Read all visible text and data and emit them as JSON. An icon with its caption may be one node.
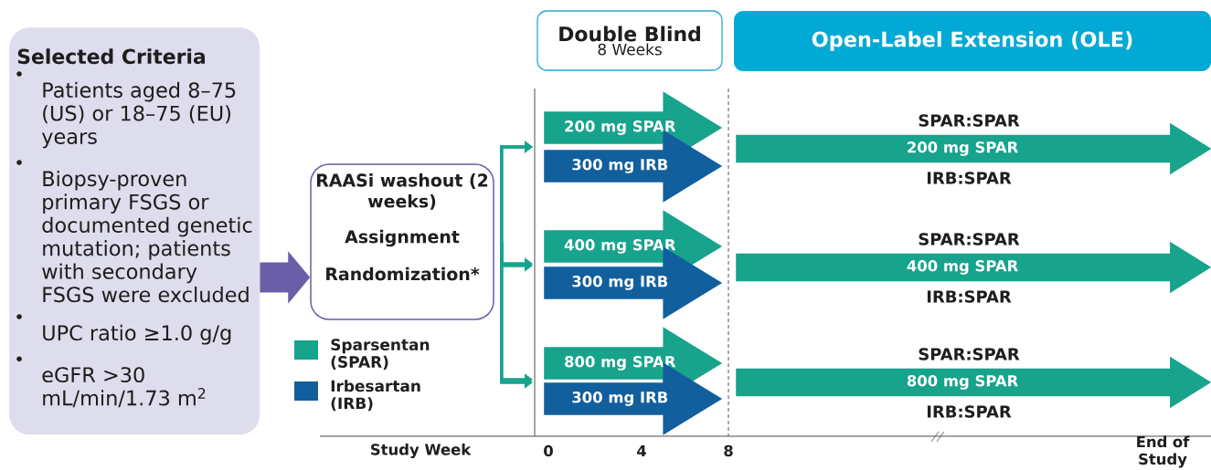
{
  "diagram": {
    "nodes": [
      {
        "text": [
          "Selected Criteria",
          "Patients aged 8–75 (US) or 18–75 (EU) years",
          "Biopsy-proven primary FSGS or documented genetic mutation; patients with secondary FSGS were excluded",
          "UPC ratio ≥1.0 g/g",
          "eGFR >30 mL/min/1.73 m$^{2}$"
        ]
      },
      {
        "text": [
          "RAASi washout (2 weeks)",
          "Assignment",
          "Randomization*"
        ]
      },
      {
        "text": [
          "Double Blind",
          "8 Weeks"
        ]
      },
      {
        "text": [
          "Open-Label Extension (OLE)"
        ]
      },
      {
        "text": [
          "200 mg SPAR"
        ]
      },
      {
        "text": [
          "300 mg IRB"
        ]
      },
      {
        "text": [
          "400 mg SPAR"
        ]
      },
      {
        "text": [
          "300 mg IRB"
        ]
      },
      {
        "text": [
          "800 mg SPAR"
        ]
      },
      {
        "text": [
          "300 mg IRB"
        ]
      },
      {
        "text": [
          "200 mg SPAR"
        ],
        "beside": [
          "SPAR:SPAR",
          "IRB:SPAR"
        ]
      },
      {
        "text": [
          "400 mg SPAR"
        ],
        "beside": [
          "SPAR:SPAR",
          "IRB:SPAR"
        ]
      },
      {
        "text": [
          "800 mg SPAR"
        ],
        "beside": [
          "SPAR:SPAR",
          "IRB:SPAR"
        ]
      }
    ],
    "edges": [
      {
        "from": 0,
        "to": 1,
        "arrow": "to",
        "style": "thick",
        "color": "#6a5ea8"
      },
      {
        "from": 1,
        "to": 4,
        "arrow": "to"
      },
      {
        "from": 1,
        "to": 5,
        "arrow": "to"
      },
      {
        "from": 1,
        "to": 6,
        "arrow": "to"
      },
      {
        "from": 1,
        "to": 7,
        "arrow": "to"
      },
      {
        "from": 1,
        "to": 8,
        "arrow": "to"
      },
      {
        "from": 1,
        "to": 9,
        "arrow": "to"
      }
    ],
    "labels": [
      "Study Week",
      "0",
      "4",
      "8",
      "End of Study"
    ],
    "legend": [
      {
        "text": "Sparsentan (SPAR)",
        "color": "#17a38c"
      },
      {
        "text": "Irbesartan (IRB)",
        "color": "#125f9e"
      }
    ]
  }
}
